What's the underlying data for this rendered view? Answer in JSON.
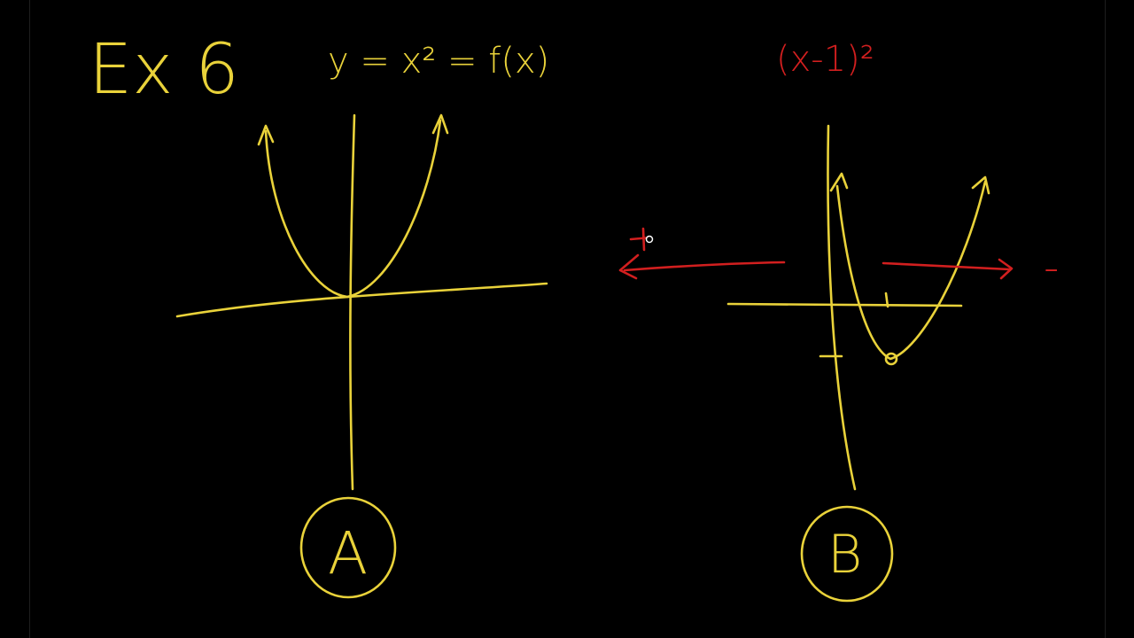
{
  "colors": {
    "background": "#000000",
    "ink_yellow": "#e9d23a",
    "ink_red": "#d21f1f"
  },
  "board": {
    "example_label": "Ex 6",
    "function_label": "y = x² = f(x)",
    "shift_label": "(x-1)²",
    "graph_a_label": "A",
    "graph_b_label": "B",
    "negative_sign": "-"
  },
  "tools": {
    "cursor": "pen-cursor-icon"
  }
}
